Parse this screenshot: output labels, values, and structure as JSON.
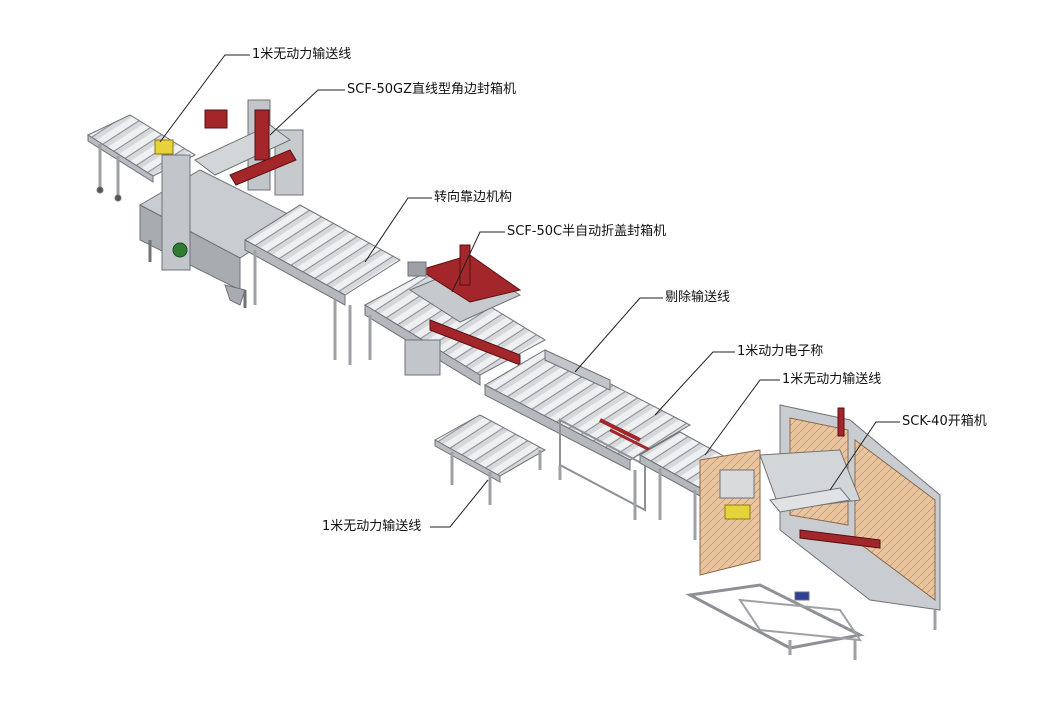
{
  "labels": {
    "conveyor_top": "1米无动力输送线",
    "sealer_50gz": "SCF-50GZ直线型角边封箱机",
    "turn_align": "转向靠边机构",
    "sealer_50c": "SCF-50C半自动折盖封箱机",
    "reject": "剔除输送线",
    "scale": "1米动力电子称",
    "conveyor_right": "1米无动力输送线",
    "erector": "SCK-40开箱机",
    "conveyor_bottom": "1米无动力输送线"
  },
  "colors": {
    "frame": "#b9bcc0",
    "frame_dark": "#7d8187",
    "roller": "#e6e8ea",
    "accent_red": "#a3262a",
    "panel_tan": "#d9a779",
    "panel_edge": "#8a6a4a",
    "yellow": "#e7d23a",
    "line": "#222222"
  }
}
